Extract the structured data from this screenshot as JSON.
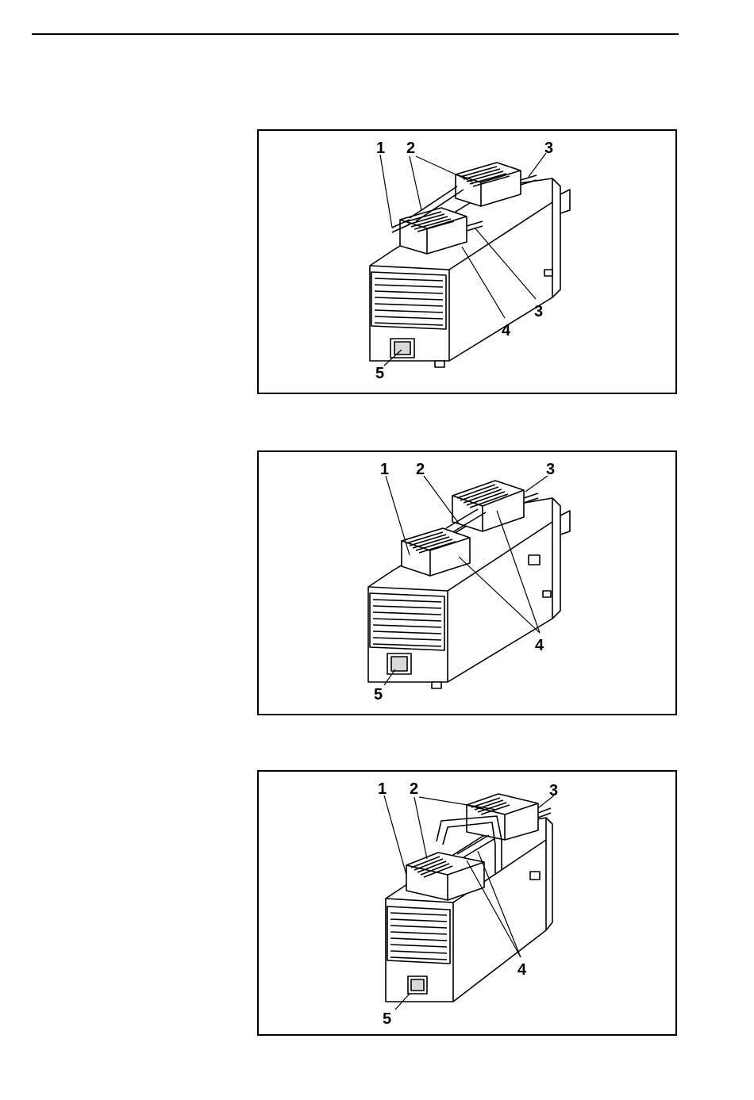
{
  "figures": [
    {
      "id": "figure-1",
      "callouts": [
        "1",
        "2",
        "3",
        "3",
        "4",
        "5"
      ]
    },
    {
      "id": "figure-2",
      "callouts": [
        "1",
        "2",
        "3",
        "4",
        "5"
      ]
    },
    {
      "id": "figure-3",
      "callouts": [
        "1",
        "2",
        "3",
        "4",
        "5"
      ]
    }
  ],
  "colors": {
    "ink": "#000000",
    "paper": "#ffffff",
    "shade": "#d9d9d9"
  }
}
